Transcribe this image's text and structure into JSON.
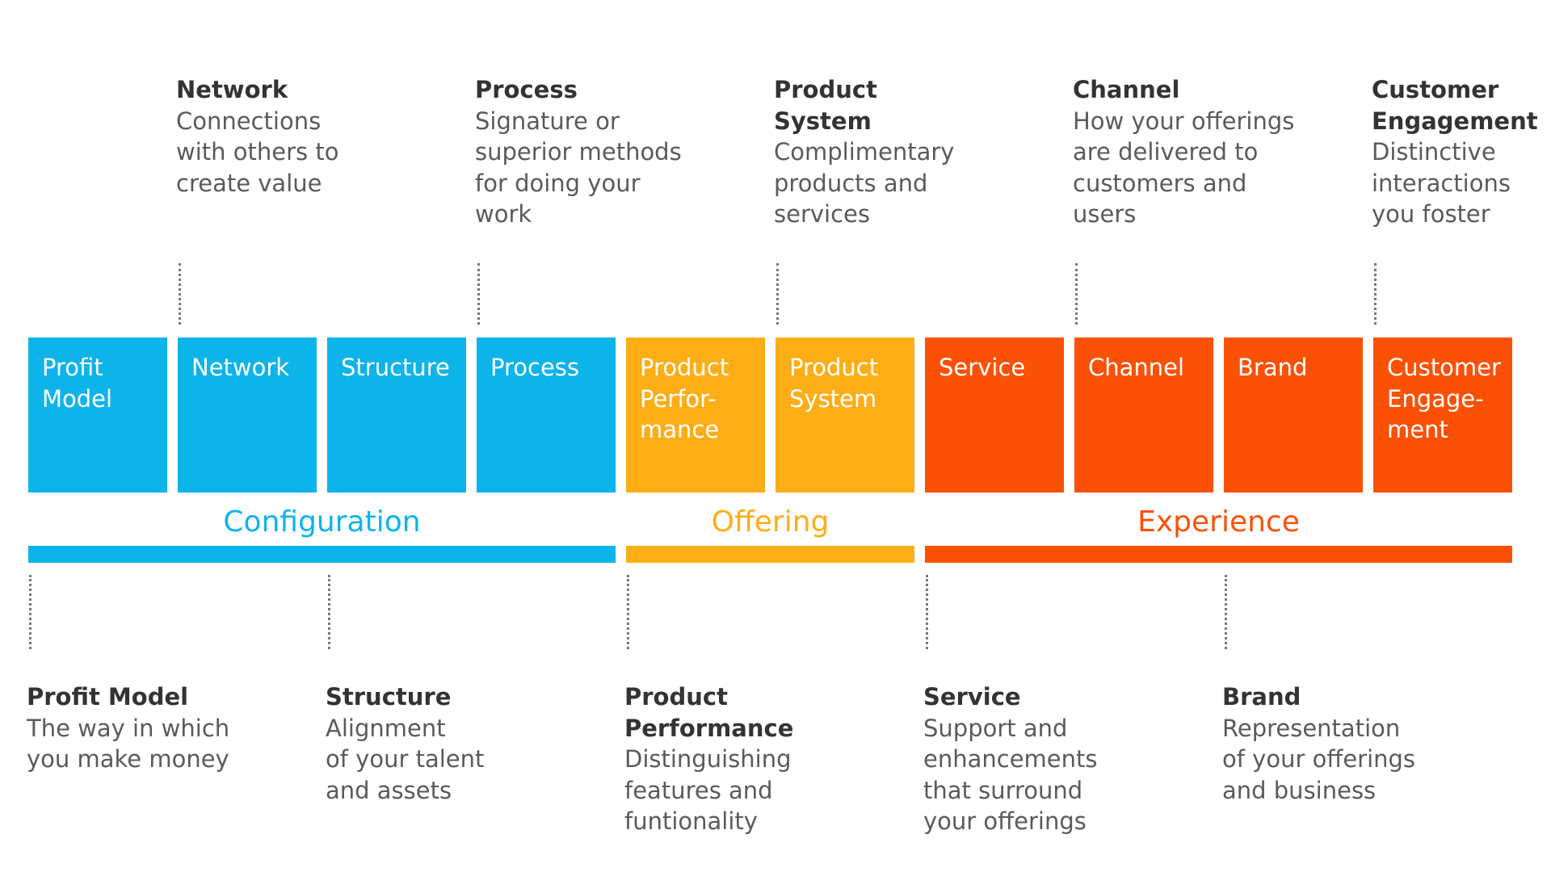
{
  "colors": {
    "configuration": "#0db4ea",
    "offering": "#fdae17",
    "experience": "#fb5107"
  },
  "top_descriptions": [
    {
      "title": "Network",
      "text": "Connections\nwith others to\ncreate value"
    },
    {
      "title": "Process",
      "text": "Signature or\nsuperior methods\nfor doing your\nwork"
    },
    {
      "title": "Product\nSystem",
      "text": "Complimentary\nproducts and\nservices"
    },
    {
      "title": "Channel",
      "text": "How your offerings\nare delivered to\ncustomers and\nusers"
    },
    {
      "title": "Customer\nEngagement",
      "text": "Distinctive\ninteractions\nyou foster"
    }
  ],
  "boxes": [
    {
      "label": "Profit\nModel",
      "group": "configuration"
    },
    {
      "label": "Network",
      "group": "configuration"
    },
    {
      "label": "Structure",
      "group": "configuration"
    },
    {
      "label": "Process",
      "group": "configuration"
    },
    {
      "label": "Product\nPerfor-\nmance",
      "group": "offering"
    },
    {
      "label": "Product\nSystem",
      "group": "offering"
    },
    {
      "label": "Service",
      "group": "experience"
    },
    {
      "label": "Channel",
      "group": "experience"
    },
    {
      "label": "Brand",
      "group": "experience"
    },
    {
      "label": "Customer\nEngage-\nment",
      "group": "experience"
    }
  ],
  "groups": [
    {
      "key": "configuration",
      "label": "Configuration"
    },
    {
      "key": "offering",
      "label": "Offering"
    },
    {
      "key": "experience",
      "label": "Experience"
    }
  ],
  "bottom_descriptions": [
    {
      "title": "Profit Model",
      "text": "The way in which\nyou make money"
    },
    {
      "title": "Structure",
      "text": "Alignment\nof your talent\nand assets"
    },
    {
      "title": "Product\nPerformance",
      "text": "Distinguishing\nfeatures and\nfuntionality"
    },
    {
      "title": "Service",
      "text": "Support and\nenhancements\nthat surround\nyour offerings"
    },
    {
      "title": "Brand",
      "text": "Representation\nof your offerings\nand business"
    }
  ]
}
